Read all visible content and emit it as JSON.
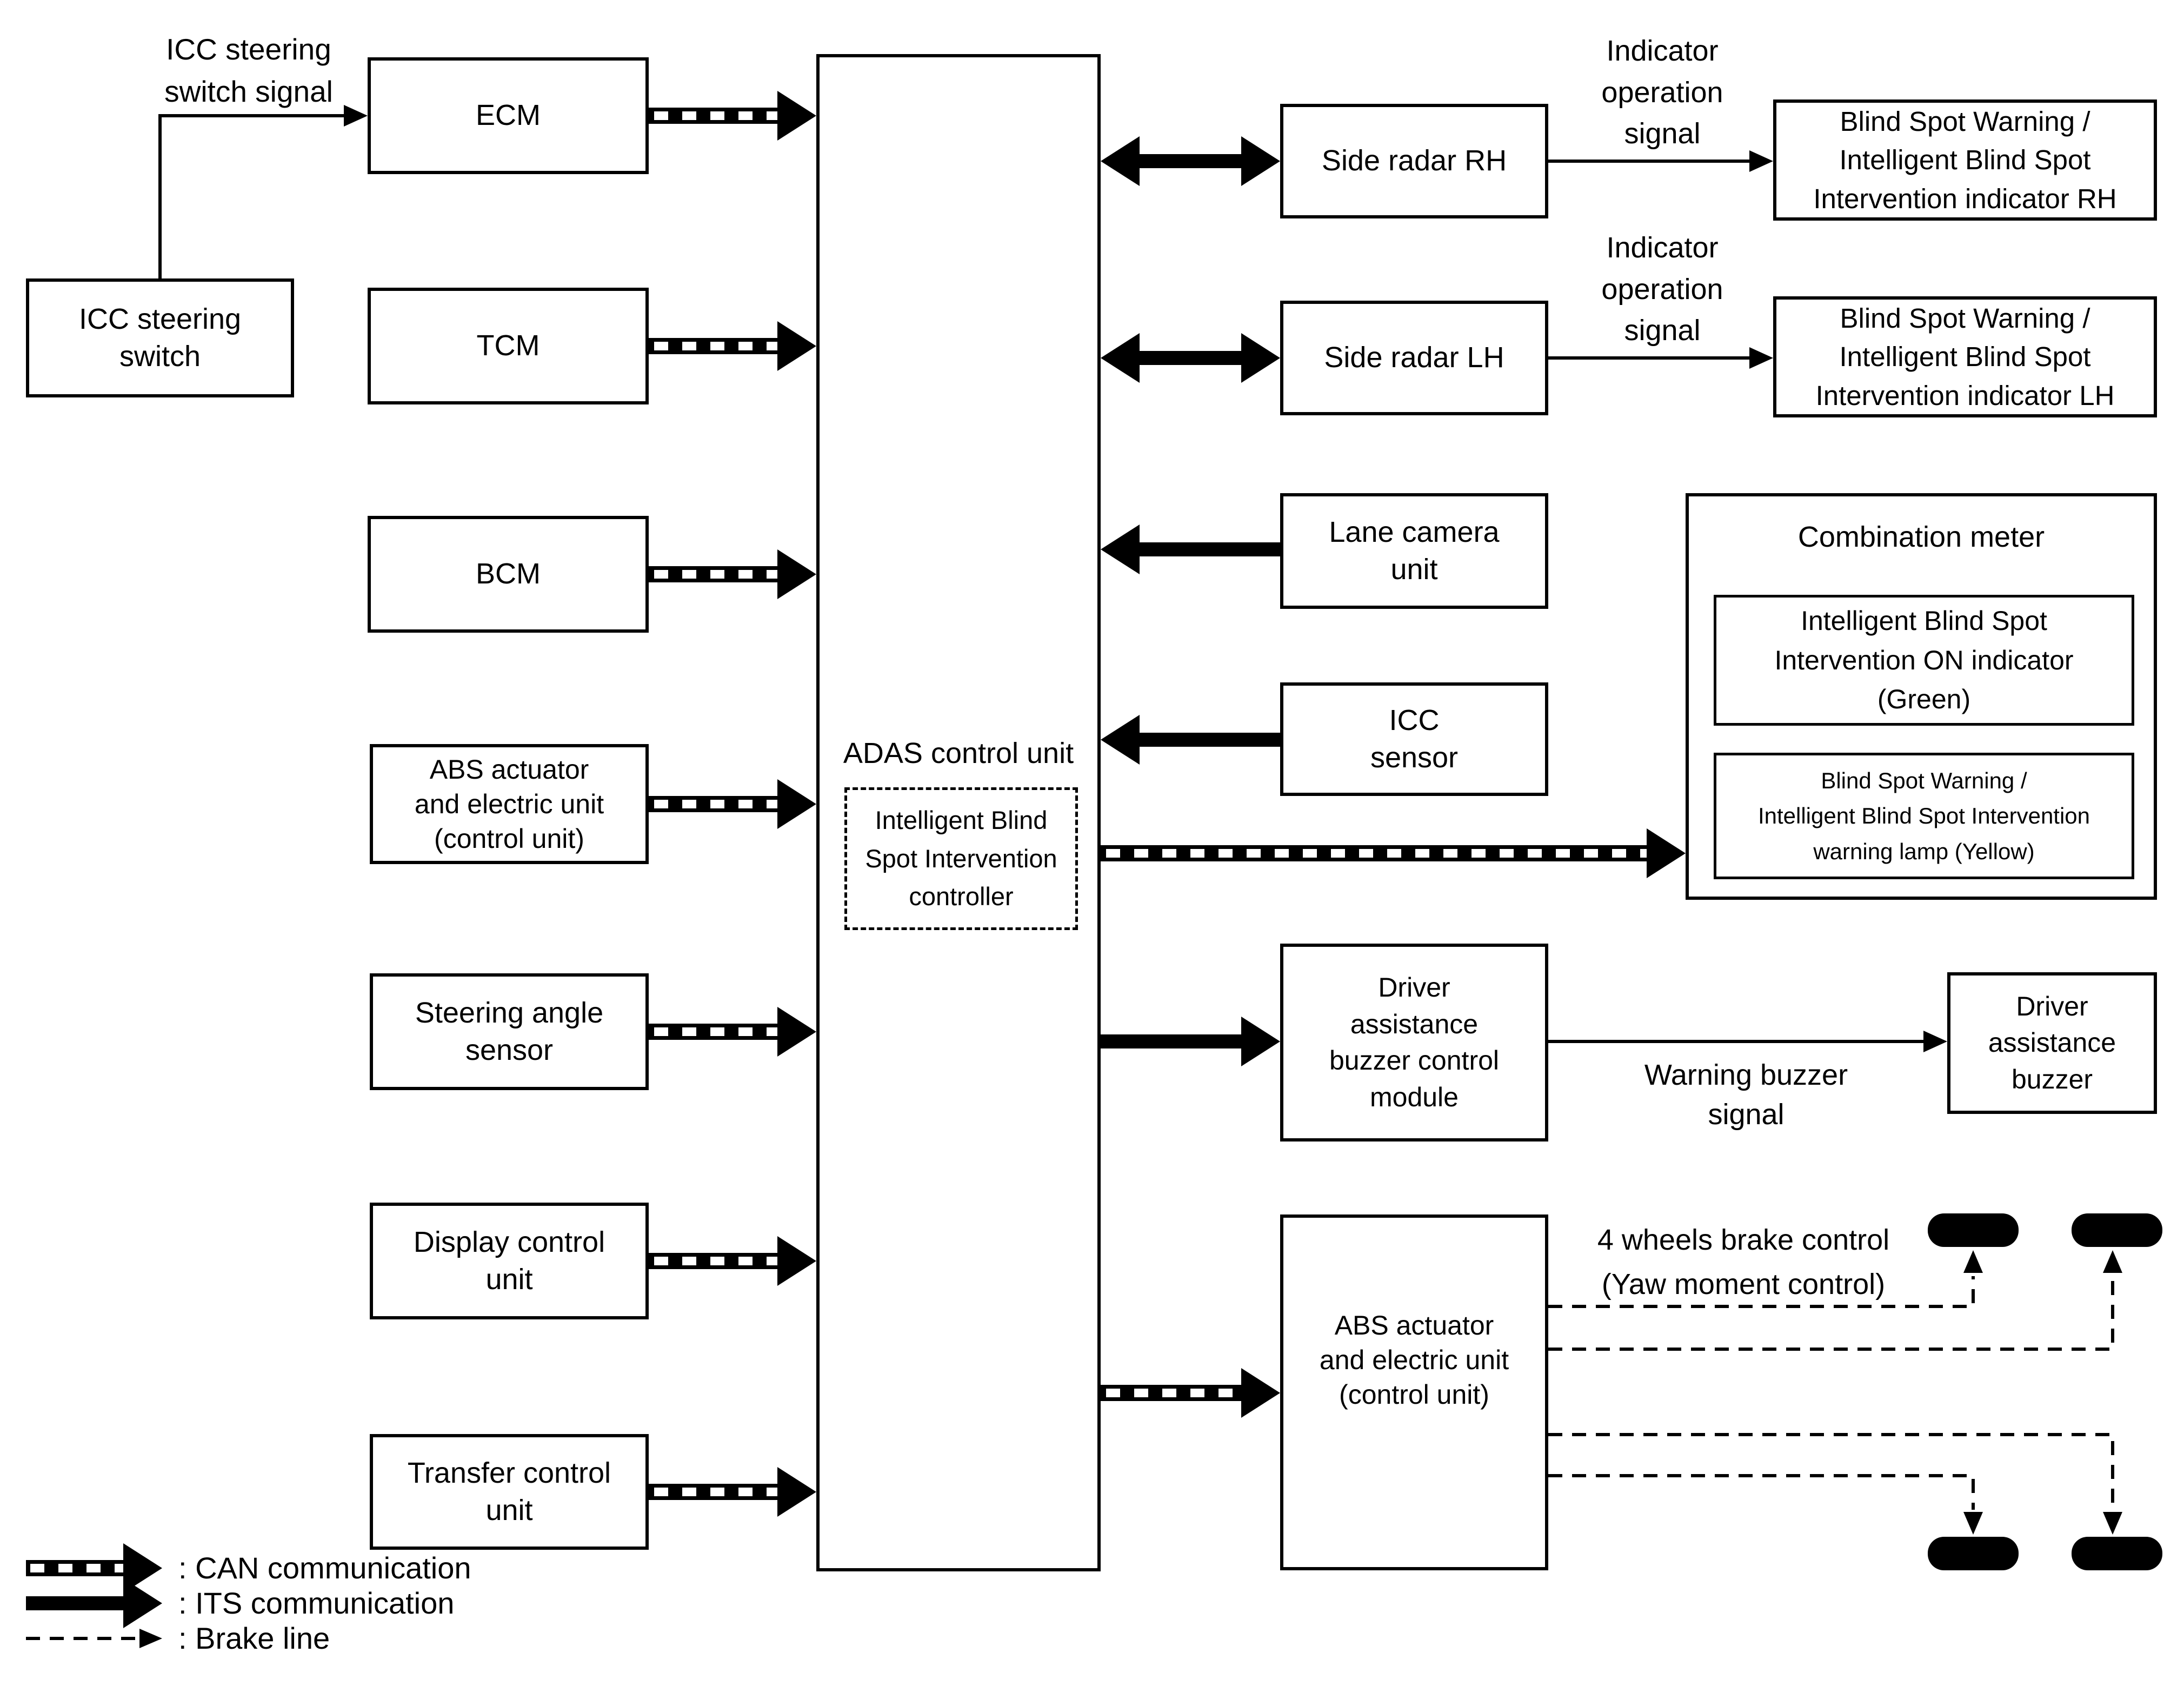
{
  "diagram": {
    "title_hint": "ADAS / Intelligent Blind Spot Intervention system block diagram",
    "colors": {
      "background": "#ffffff",
      "line": "#000000"
    },
    "nodes": {
      "icc_steering_switch": "ICC steering\nswitch",
      "ecm": "ECM",
      "tcm": "TCM",
      "bcm": "BCM",
      "abs_actuator_left": "ABS actuator\nand electric unit\n(control unit)",
      "steering_angle_sensor": "Steering angle\nsensor",
      "display_control_unit": "Display control\nunit",
      "transfer_control_unit": "Transfer control\nunit",
      "adas_control_unit": "ADAS control unit",
      "ibsi_controller": "Intelligent Blind\nSpot Intervention\ncontroller",
      "side_radar_rh": "Side radar RH",
      "side_radar_lh": "Side radar LH",
      "lane_camera_unit": "Lane camera\nunit",
      "icc_sensor": "ICC\nsensor",
      "combination_meter": "Combination meter",
      "ibsi_on_indicator": "Intelligent Blind Spot\nIntervention ON indicator\n(Green)",
      "bsw_warning_lamp": "Blind Spot Warning /\nIntelligent Blind Spot Intervention\nwarning lamp (Yellow)",
      "bsw_indicator_rh": "Blind Spot Warning /\nIntelligent Blind Spot\nIntervention indicator RH",
      "bsw_indicator_lh": "Blind Spot Warning /\nIntelligent Blind Spot\nIntervention indicator LH",
      "driver_assistance_buzzer_control_module": "Driver\nassistance\nbuzzer control\nmodule",
      "driver_assistance_buzzer": "Driver\nassistance\nbuzzer",
      "abs_actuator_bottom": "ABS actuator\nand electric unit\n(control unit)"
    },
    "signal_labels": {
      "icc_steering_switch_signal": "ICC steering\nswitch signal",
      "indicator_operation_signal_rh": "Indicator\noperation\nsignal",
      "indicator_operation_signal_lh": "Indicator\noperation\nsignal",
      "warning_buzzer_signal": "Warning buzzer\nsignal",
      "four_wheels_brake_control": "4 wheels brake control\n(Yaw moment control)"
    },
    "legend": {
      "items": [
        {
          "type": "can",
          "label": ": CAN communication"
        },
        {
          "type": "its",
          "label": ": ITS communication"
        },
        {
          "type": "brake",
          "label": ": Brake line"
        }
      ]
    },
    "connections": [
      {
        "from": "ICC steering switch",
        "to": "ECM",
        "type": "signal",
        "label": "ICC steering switch signal"
      },
      {
        "from": "ECM",
        "to": "ADAS control unit",
        "type": "CAN communication"
      },
      {
        "from": "TCM",
        "to": "ADAS control unit",
        "type": "CAN communication"
      },
      {
        "from": "BCM",
        "to": "ADAS control unit",
        "type": "CAN communication"
      },
      {
        "from": "ABS actuator and electric unit (control unit)",
        "to": "ADAS control unit",
        "type": "CAN communication"
      },
      {
        "from": "Steering angle sensor",
        "to": "ADAS control unit",
        "type": "CAN communication"
      },
      {
        "from": "Display control unit",
        "to": "ADAS control unit",
        "type": "CAN communication"
      },
      {
        "from": "Transfer control unit",
        "to": "ADAS control unit",
        "type": "CAN communication"
      },
      {
        "from": "ADAS control unit",
        "to": "Side radar RH",
        "type": "ITS communication",
        "bidirectional": true
      },
      {
        "from": "ADAS control unit",
        "to": "Side radar LH",
        "type": "ITS communication",
        "bidirectional": true
      },
      {
        "from": "Lane camera unit",
        "to": "ADAS control unit",
        "type": "ITS communication"
      },
      {
        "from": "ICC sensor",
        "to": "ADAS control unit",
        "type": "ITS communication"
      },
      {
        "from": "ADAS control unit",
        "to": "Combination meter",
        "type": "CAN communication"
      },
      {
        "from": "ADAS control unit",
        "to": "Driver assistance buzzer control module",
        "type": "ITS communication"
      },
      {
        "from": "ADAS control unit",
        "to": "ABS actuator and electric unit (control unit)",
        "type": "CAN communication"
      },
      {
        "from": "Side radar RH",
        "to": "Blind Spot Warning / Intelligent Blind Spot Intervention indicator RH",
        "type": "signal",
        "label": "Indicator operation signal"
      },
      {
        "from": "Side radar LH",
        "to": "Blind Spot Warning / Intelligent Blind Spot Intervention indicator LH",
        "type": "signal",
        "label": "Indicator operation signal"
      },
      {
        "from": "Driver assistance buzzer control module",
        "to": "Driver assistance buzzer",
        "type": "signal",
        "label": "Warning buzzer signal"
      },
      {
        "from": "ABS actuator and electric unit (control unit)",
        "to": "4 wheels",
        "type": "brake line",
        "label": "4 wheels brake control (Yaw moment control)"
      }
    ]
  }
}
